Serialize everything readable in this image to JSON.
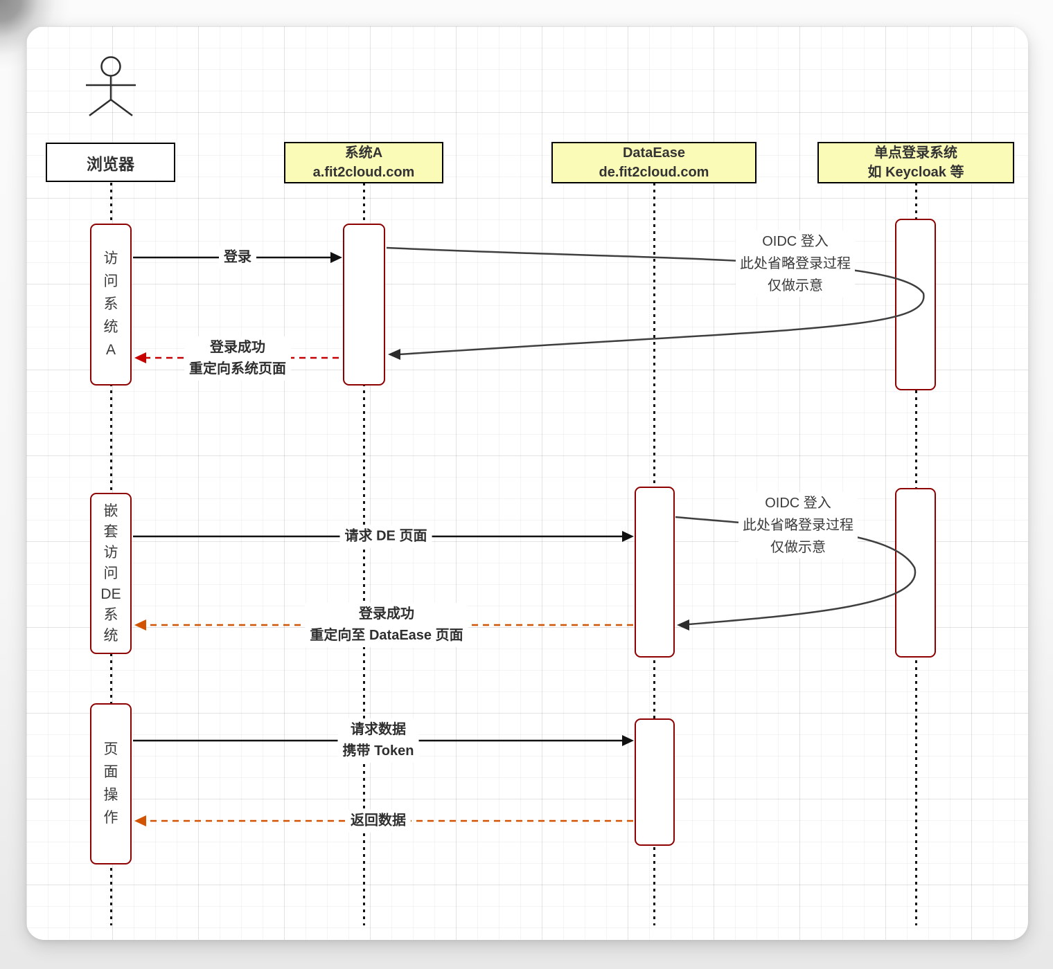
{
  "diagram": {
    "participants": [
      {
        "label": "浏览器",
        "type": "plain"
      },
      {
        "label": "系统A",
        "sub": "a.fit2cloud.com",
        "type": "note"
      },
      {
        "label": "DataEase",
        "sub": "de.fit2cloud.com",
        "type": "note"
      },
      {
        "label": "单点登录系统",
        "sub": "如 Keycloak 等",
        "type": "note"
      }
    ],
    "activations": [
      {
        "name": "访问系统A",
        "rows": [
          "访",
          "问",
          "系",
          "统",
          "A"
        ]
      },
      {
        "name": "嵌套访问DE系统",
        "rows": [
          "嵌",
          "套",
          "访",
          "问",
          "DE",
          "系",
          "统"
        ]
      },
      {
        "name": "页面操作",
        "rows": [
          "页",
          "面",
          "操",
          "作"
        ]
      }
    ],
    "messages": {
      "login": "登录",
      "oidc": [
        "OIDC 登入",
        "此处省略登录过程",
        "仅做示意"
      ],
      "login_ok_a": [
        "登录成功",
        "重定向系统页面"
      ],
      "request_de": "请求 DE 页面",
      "login_ok_de": [
        "登录成功",
        "重定向至 DataEase 页面"
      ],
      "request_data": [
        "请求数据",
        "携带 Token"
      ],
      "return_data": "返回数据"
    },
    "icons": {
      "actor": "stick-figure-actor-icon"
    },
    "colors": {
      "note_fill": "#FBFBB8",
      "activation_border": "#8E0000",
      "solid_arrow": "#111111",
      "curve_arrow": "#3f3f3f",
      "dashed_red": "#C80000",
      "dashed_orange": "#D35400"
    }
  }
}
